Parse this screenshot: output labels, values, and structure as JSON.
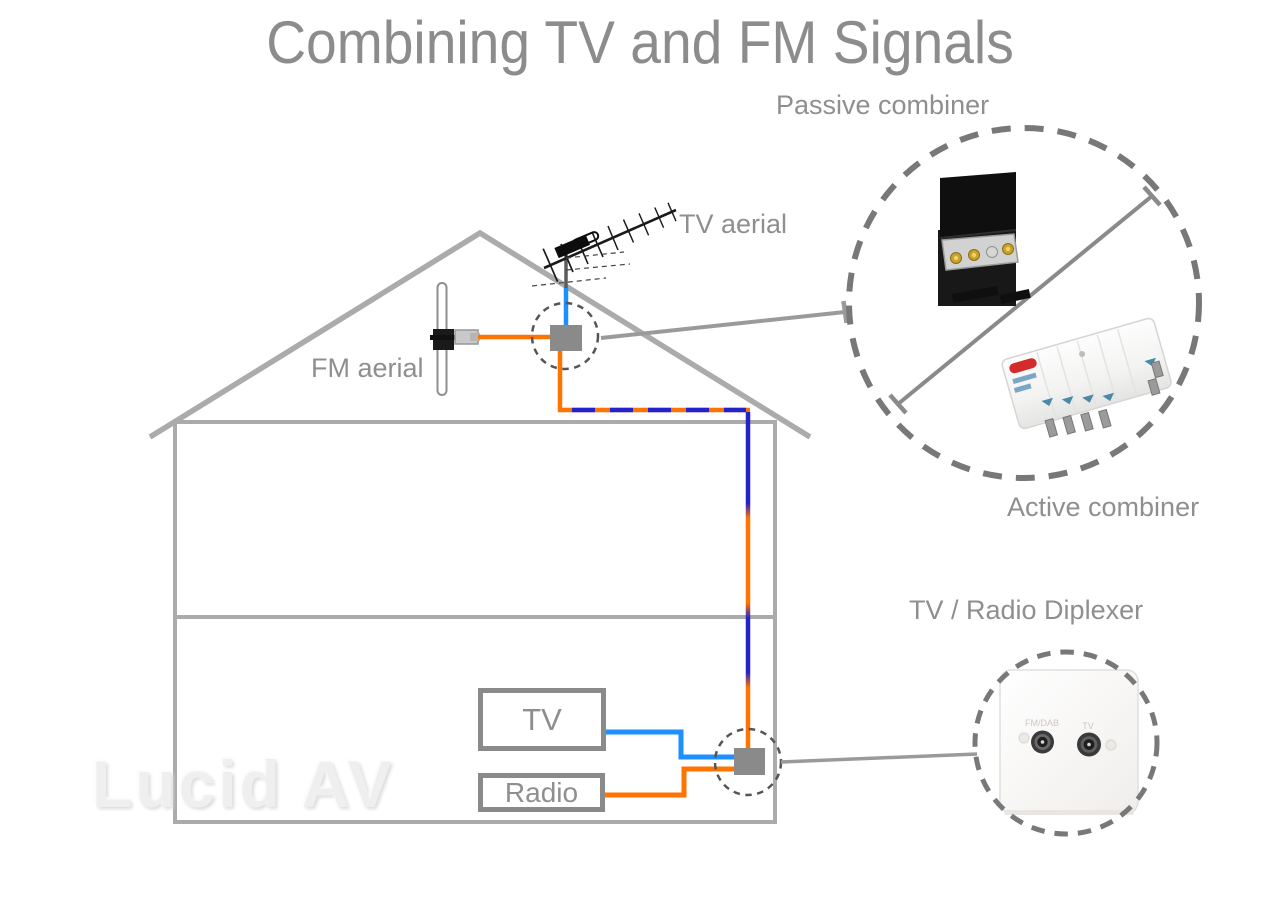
{
  "title": "Combining TV and FM Signals",
  "watermark": "Lucid AV",
  "house": {
    "tv_aerial_label": "TV aerial",
    "fm_aerial_label": "FM aerial",
    "tv_box_label": "TV",
    "radio_box_label": "Radio"
  },
  "callouts": {
    "passive_combiner_label": "Passive combiner",
    "active_combiner_label": "Active combiner",
    "diplexer_label": "TV / Radio Diplexer",
    "wallplate": {
      "fm_socket_label": "FM/DAB",
      "tv_socket_label": "TV"
    }
  },
  "colors": {
    "tv_cable_blue": "#1E8FFF",
    "fm_cable_orange": "#FF7300",
    "combined_cable_blue": "#2323CC",
    "house_outline_gray": "#ABABAB",
    "text_gray": "#8F8F8F",
    "title_gray": "#8C8C8C",
    "dashed_circle_gray": "#787878",
    "junction_box_gray": "#8A8A8A",
    "watermark_gray": "#EFEFEF"
  }
}
